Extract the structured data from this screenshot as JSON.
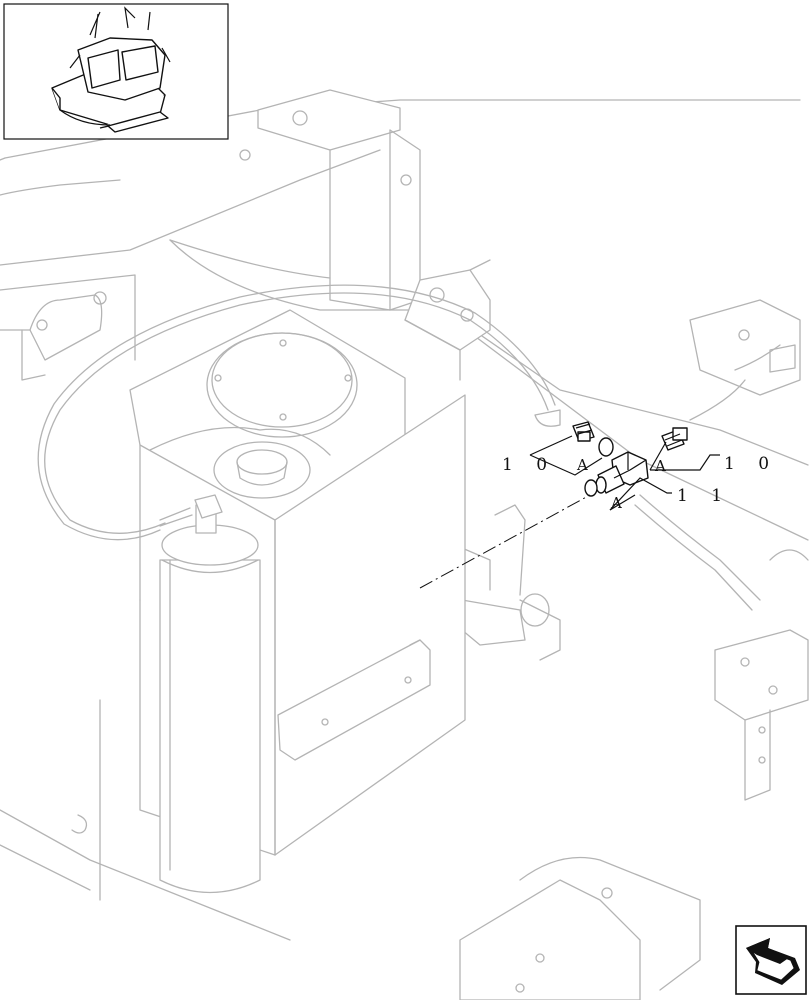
{
  "callouts": [
    {
      "id": "left-10",
      "number": "1 0",
      "letter": "A"
    },
    {
      "id": "right-10",
      "number": "1 0",
      "letter": "A"
    },
    {
      "id": "center-11",
      "number": "1 1",
      "letter": "A"
    }
  ],
  "icons": {
    "thumbnail": "machine-overview-icon",
    "navigation": "view-direction-arrow-icon"
  },
  "colors": {
    "background": "#ffffff",
    "faint_lines": "#b4b4b4",
    "dark_parts": "#111111"
  }
}
